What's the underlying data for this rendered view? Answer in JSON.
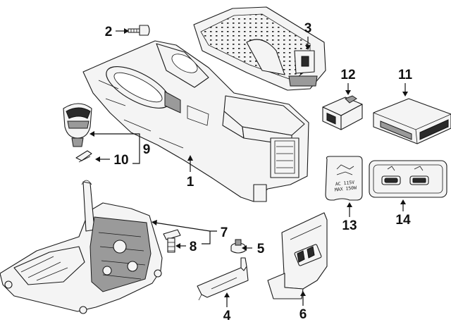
{
  "diagram": {
    "callouts": [
      {
        "id": "1",
        "label": "1"
      },
      {
        "id": "2",
        "label": "2"
      },
      {
        "id": "3",
        "label": "3"
      },
      {
        "id": "4",
        "label": "4"
      },
      {
        "id": "5",
        "label": "5"
      },
      {
        "id": "6",
        "label": "6"
      },
      {
        "id": "7",
        "label": "7"
      },
      {
        "id": "8",
        "label": "8"
      },
      {
        "id": "9",
        "label": "9"
      },
      {
        "id": "10",
        "label": "10"
      },
      {
        "id": "11",
        "label": "11"
      },
      {
        "id": "12",
        "label": "12"
      },
      {
        "id": "13",
        "label": "13"
      },
      {
        "id": "14",
        "label": "14"
      }
    ],
    "plate_text": {
      "line1": "AC 115V",
      "line2": "MAX 150W"
    }
  }
}
